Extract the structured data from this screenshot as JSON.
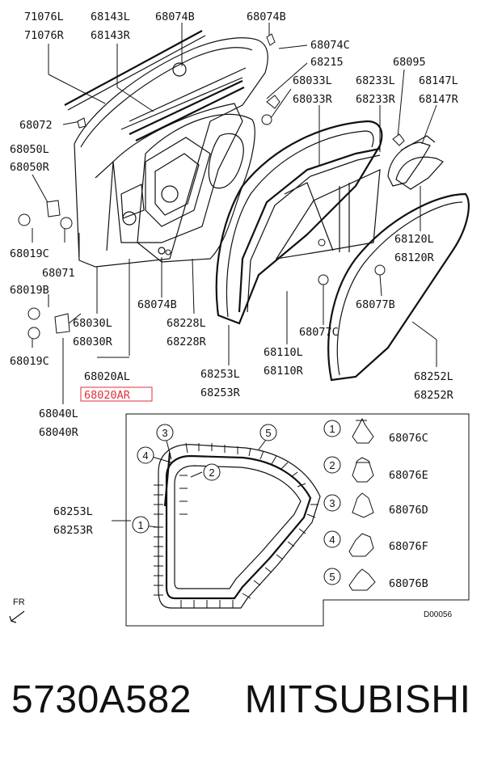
{
  "labels": {
    "l71076L": "71076L",
    "l71076R": "71076R",
    "l68143L": "68143L",
    "l68143R": "68143R",
    "l68074B_a": "68074B",
    "l68074B_b": "68074B",
    "l68074B_c": "68074B",
    "l68074C": "68074C",
    "l68215": "68215",
    "l68095": "68095",
    "l68033L": "68033L",
    "l68033R": "68033R",
    "l68233L": "68233L",
    "l68233R": "68233R",
    "l68147L": "68147L",
    "l68147R": "68147R",
    "l68072": "68072",
    "l68050L": "68050L",
    "l68050R": "68050R",
    "l68019C_a": "68019C",
    "l68019C_b": "68019C",
    "l68071": "68071",
    "l68019B": "68019B",
    "l68030L": "68030L",
    "l68030R": "68030R",
    "l68020AL": "68020AL",
    "l68020AR": "68020AR",
    "l68040L": "68040L",
    "l68040R": "68040R",
    "l68228L": "68228L",
    "l68228R": "68228R",
    "l68253L": "68253L",
    "l68253R": "68253R",
    "l68110L": "68110L",
    "l68110R": "68110R",
    "l68077C": "68077C",
    "l68077B": "68077B",
    "l68120L": "68120L",
    "l68120R": "68120R",
    "l68252L": "68252L",
    "l68252R": "68252R",
    "d68253L": "68253L",
    "d68253R": "68253R",
    "fr": "FR"
  },
  "detail": {
    "callouts": [
      "1",
      "2",
      "3",
      "4",
      "5"
    ],
    "clips": [
      {
        "num": "1",
        "code": "68076C"
      },
      {
        "num": "2",
        "code": "68076E"
      },
      {
        "num": "3",
        "code": "68076D"
      },
      {
        "num": "4",
        "code": "68076F"
      },
      {
        "num": "5",
        "code": "68076B"
      }
    ]
  },
  "diagram_code": "D00056",
  "highlight_color": "#e0303a",
  "footer": {
    "part_number": "5730A582",
    "brand": "MITSUBISHI"
  }
}
